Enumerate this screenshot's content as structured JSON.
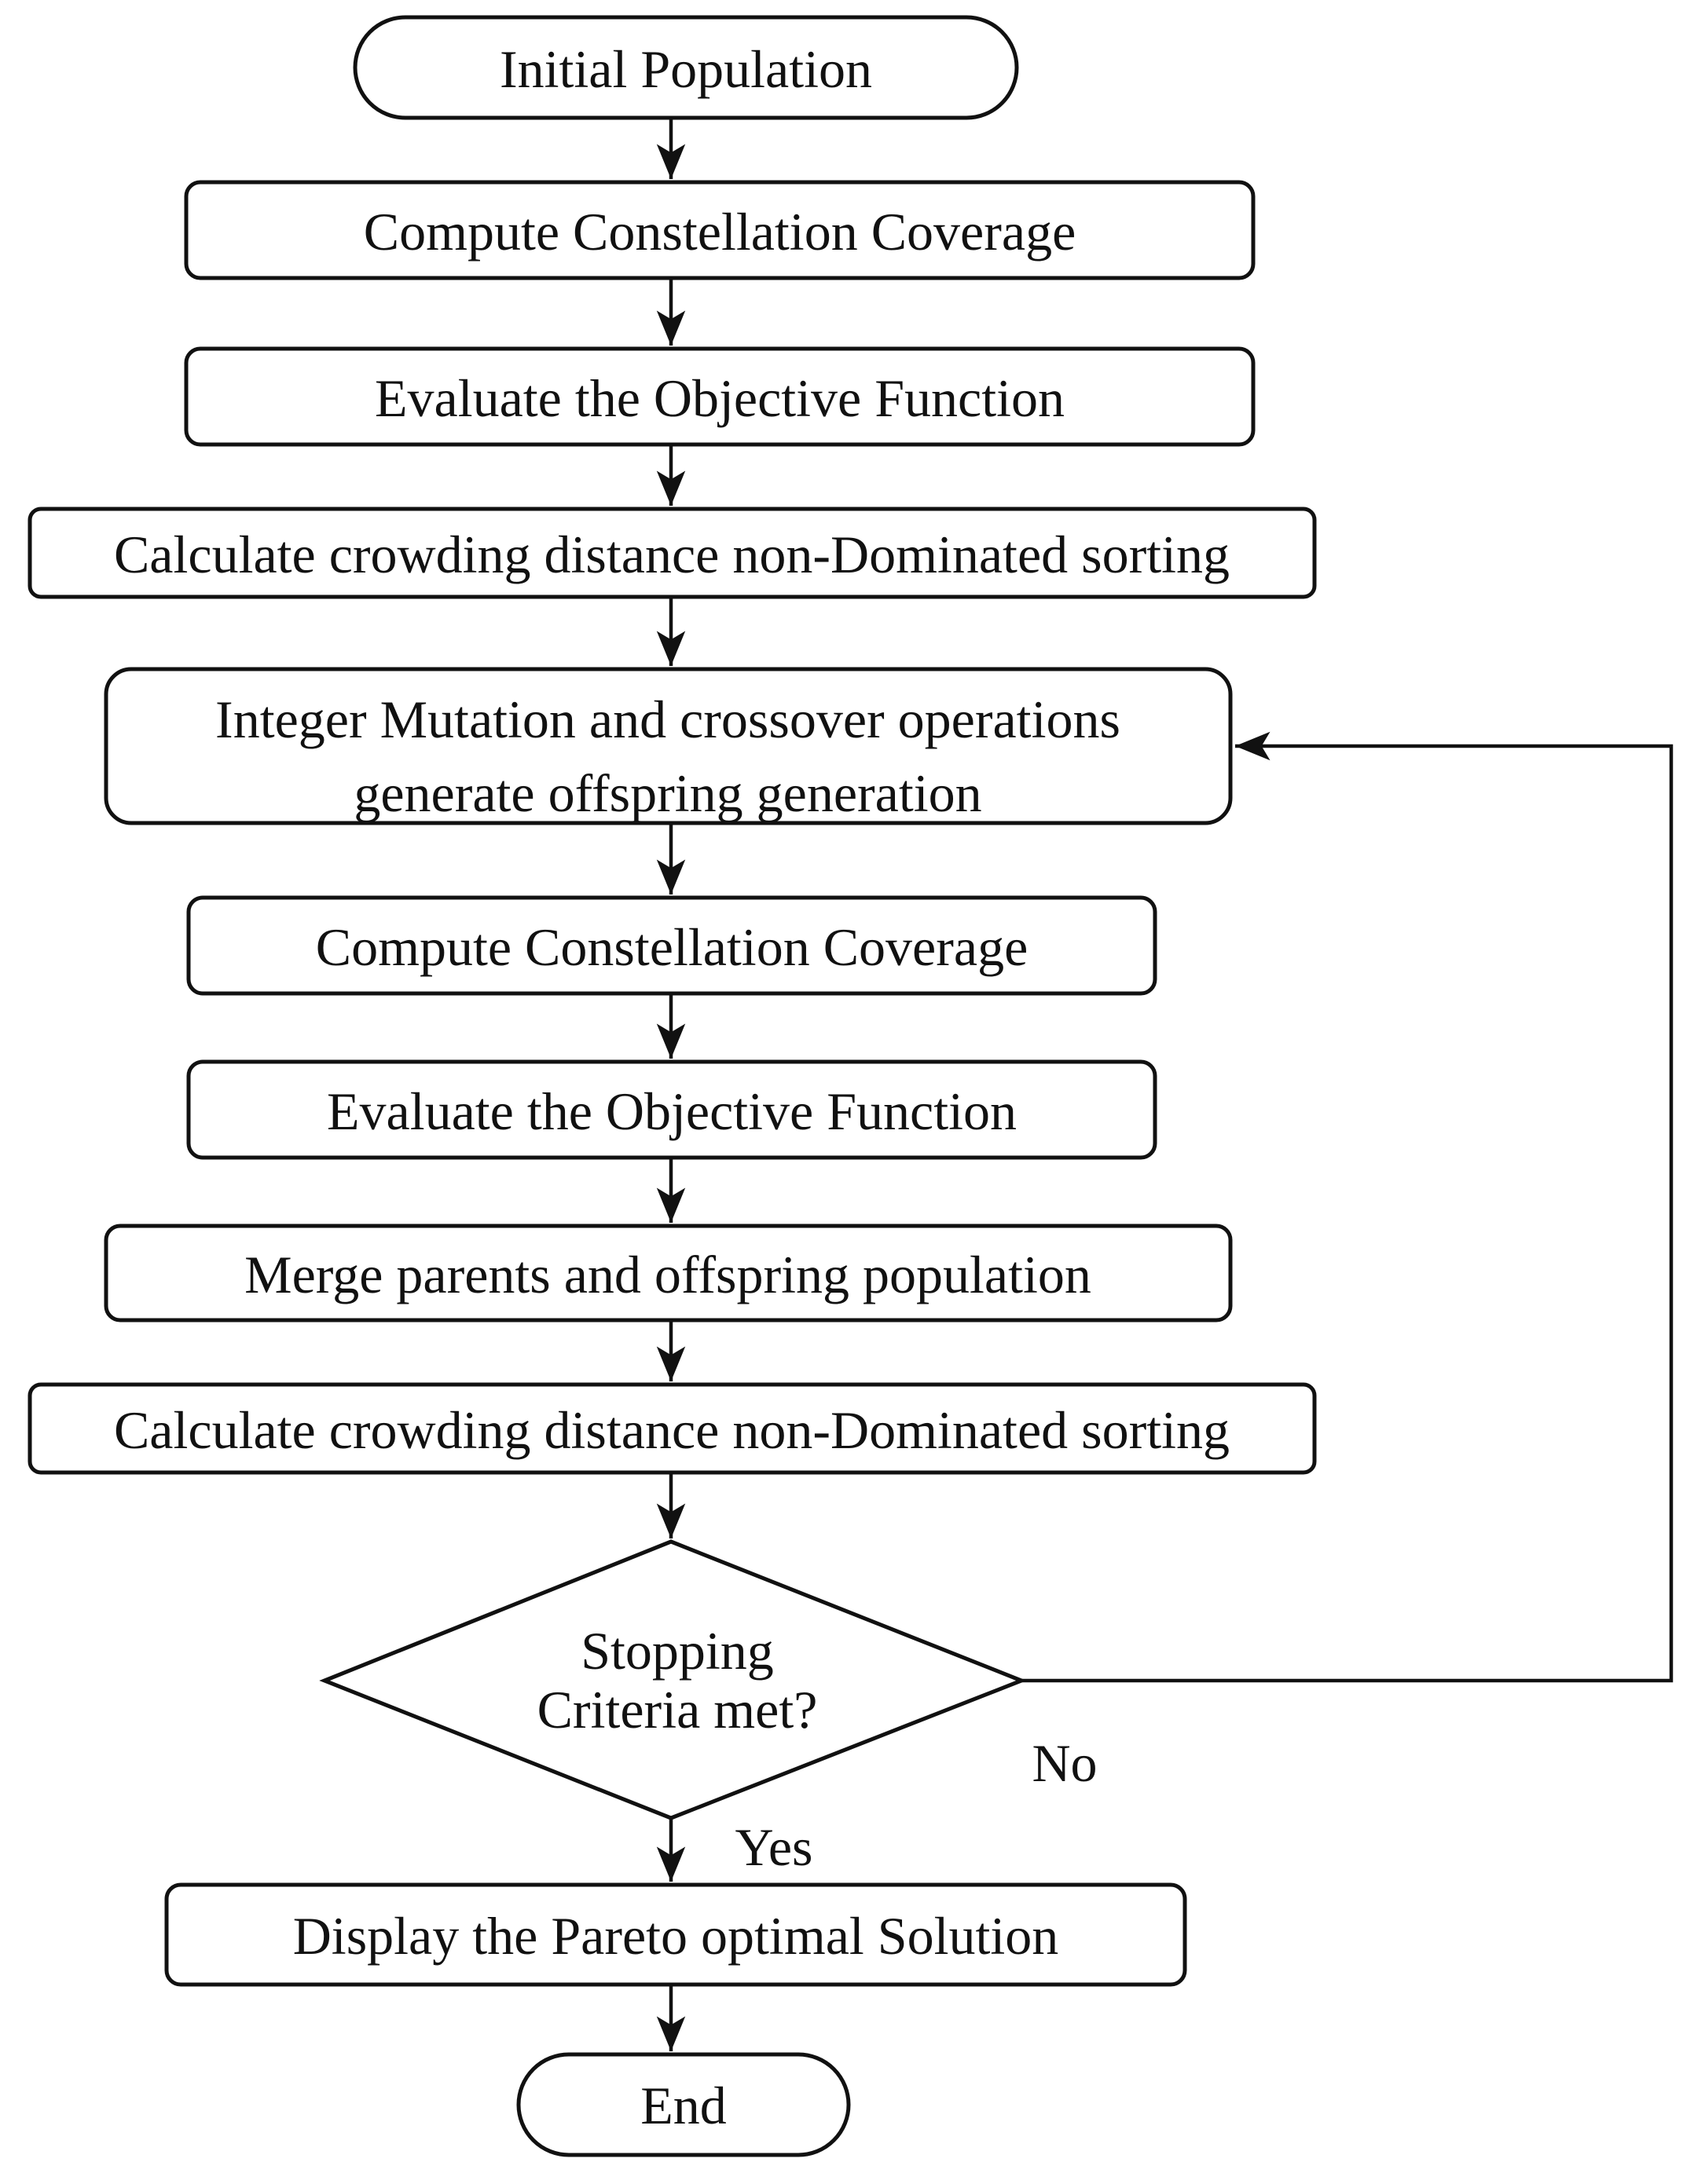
{
  "figure": {
    "title": "NSGA-II constellation optimization flowchart",
    "colors": {
      "ink": "#111111",
      "paper": "#ffffff"
    },
    "nodes": [
      {
        "id": "start",
        "type": "terminator",
        "label": "Initial Population"
      },
      {
        "id": "coverage1",
        "type": "process",
        "label": "Compute Constellation Coverage"
      },
      {
        "id": "objective1",
        "type": "process",
        "label": "Evaluate the Objective Function"
      },
      {
        "id": "sorting1",
        "type": "process",
        "label": "Calculate crowding distance non-Dominated sorting"
      },
      {
        "id": "mutation",
        "type": "process",
        "label": "Integer Mutation and crossover operations generate offspring generation",
        "lines": [
          "Integer Mutation and crossover operations",
          "generate offspring generation"
        ]
      },
      {
        "id": "coverage2",
        "type": "process",
        "label": "Compute Constellation Coverage"
      },
      {
        "id": "objective2",
        "type": "process",
        "label": "Evaluate the Objective Function"
      },
      {
        "id": "merge",
        "type": "process",
        "label": "Merge parents and offspring population"
      },
      {
        "id": "sorting2",
        "type": "process",
        "label": "Calculate crowding distance non-Dominated sorting"
      },
      {
        "id": "decision",
        "type": "decision",
        "label": "Stopping Criteria met?",
        "lines": [
          "Stopping",
          "Criteria met?"
        ]
      },
      {
        "id": "display",
        "type": "process",
        "label": "Display the Pareto optimal Solution"
      },
      {
        "id": "end",
        "type": "terminator",
        "label": "End"
      }
    ],
    "edges": {
      "yes_label": "Yes",
      "no_label": "No"
    }
  }
}
